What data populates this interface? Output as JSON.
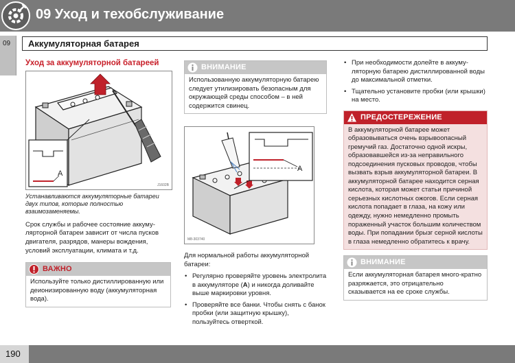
{
  "header": {
    "title": "09 Уход и техобслуживание",
    "logo_icon": "gear-wrench-icon"
  },
  "chapter_tab": "09",
  "section_title": "Аккумуляторная батарея",
  "col1": {
    "heading": "Уход за аккумуляторной батареей",
    "figure": {
      "label_a": "A",
      "code": "J1602B"
    },
    "caption": "Устанавливаются аккумуляторные батареи двух типов, которые полностью взаимозаменяемы.",
    "paragraph": "Срок службы и рабочее состояние аккуму-лярторной батареи зависит от числа пусков двигателя, разрядов, манеры вождения, условий эксплуатации, климата и т.д.",
    "important": {
      "title": "ВАЖНО",
      "text": "Используйте только дистиллированную или деионизированную воду (аккумуляторная вода)."
    }
  },
  "col2": {
    "notice": {
      "title": "ВНИМАНИЕ",
      "text": "Использованную аккумуляторную батарею следует утилизировать безопасным для окружающей среды способом – в ней содержится свинец."
    },
    "figure": {
      "label_a": "A",
      "code": "M8-303740"
    },
    "intro": "Для нормальной работы аккумуляторной батареи:",
    "bullets": [
      {
        "pre": "Регулярно проверяйте уровень электролита в аккумуляторе (",
        "bold": "A",
        "post": ") и никогда доливайте выше маркировки уровня."
      },
      {
        "pre": "Проверяйте все банки. Чтобы снять с банок пробки (или защитную крышку), пользуйтесь отверткой.",
        "bold": "",
        "post": ""
      }
    ]
  },
  "col3": {
    "bullets": [
      "При необходимости долейте в аккуму-ляторную батарею дистиллированной воды до максимальной отметки.",
      "Тщательно установите пробки (или крышки) на место."
    ],
    "warning": {
      "title": "ПРЕДОСТЕРЕЖЕНИЕ",
      "text": "В аккумуляторной батарее может образовываться очень взрывоопасный гремучий газ. Достаточно одной искры, образовавшейся из-за неправильного подсоединения пусковых проводов, чтобы вызвать взрыв аккумуляторной батареи. В аккумуляторной батарее находится серная кислота, которая может статьи причиной серьезных кислотных ожогов. Если серная кислота попадает в глаза, на кожу или одежду, нужно немедленно промыть пораженный участок большим количеством воды. При попадании брызг серной кислоты в глаза немедленно обратитесь к врачу."
    },
    "notice": {
      "title": "ВНИМАНИЕ",
      "text": "Если аккумуляторная батарея много-кратно разряжается, это отрицательно сказывается на ее сроке службы."
    }
  },
  "footer": {
    "page_number": "190"
  },
  "colors": {
    "header_gray": "#7a7a7a",
    "accent_red": "#c0212a",
    "warning_bg": "#f4e0e0",
    "box_head_gray": "#c6c6c6"
  }
}
